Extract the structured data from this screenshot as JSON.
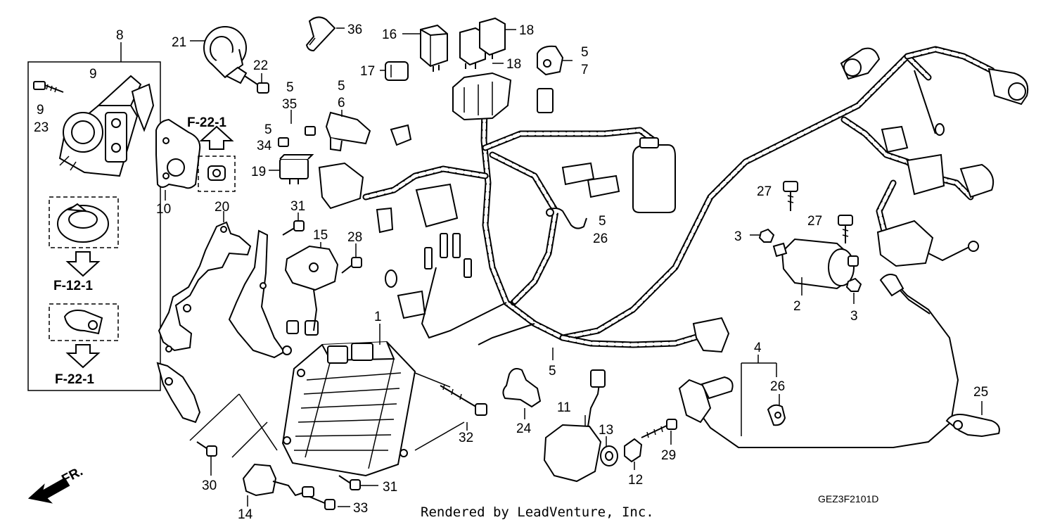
{
  "diagram_code": "GEZ3F2101D",
  "footer": "Rendered by LeadVenture, Inc.",
  "direction_label": "FR.",
  "refs": {
    "f22_top": "F-22-1",
    "f12": "F-12-1",
    "f22_bottom": "F-22-1"
  },
  "callouts": {
    "c1": "1",
    "c2": "2",
    "c3a": "3",
    "c3b": "3",
    "c4": "4",
    "c5a": "5",
    "c5b": "5",
    "c5c": "5",
    "c5d": "5",
    "c5e": "5",
    "c5f": "5",
    "c6": "6",
    "c7": "7",
    "c8": "8",
    "c9a": "9",
    "c9b": "9",
    "c10": "10",
    "c11": "11",
    "c12": "12",
    "c13": "13",
    "c14": "14",
    "c15": "15",
    "c16": "16",
    "c17": "17",
    "c18a": "18",
    "c18b": "18",
    "c19": "19",
    "c20": "20",
    "c21": "21",
    "c22": "22",
    "c23": "23",
    "c24": "24",
    "c25": "25",
    "c26a": "26",
    "c26b": "26",
    "c27a": "27",
    "c27b": "27",
    "c28": "28",
    "c29": "29",
    "c30": "30",
    "c31a": "31",
    "c31b": "31",
    "c32": "32",
    "c33": "33",
    "c34": "34",
    "c35": "35",
    "c36": "36"
  }
}
